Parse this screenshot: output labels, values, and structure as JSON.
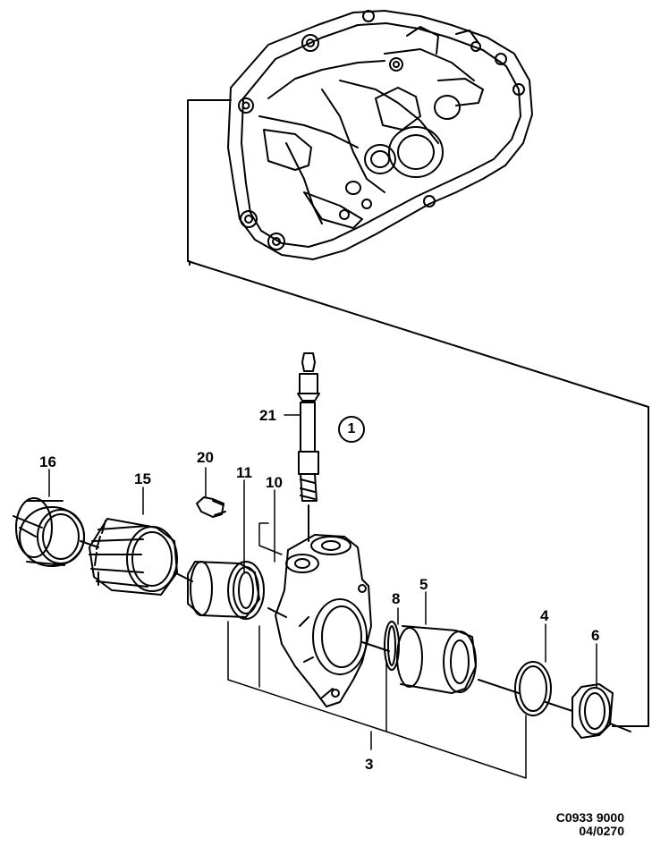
{
  "callouts": {
    "c1": "1",
    "c3": "3",
    "c4": "4",
    "c5": "5",
    "c6": "6",
    "c8": "8",
    "c10": "10",
    "c11": "11",
    "c15": "15",
    "c16": "16",
    "c20": "20",
    "c21": "21"
  },
  "drawing_code": {
    "line1": "C0933 9000",
    "line2": "04/0270"
  }
}
